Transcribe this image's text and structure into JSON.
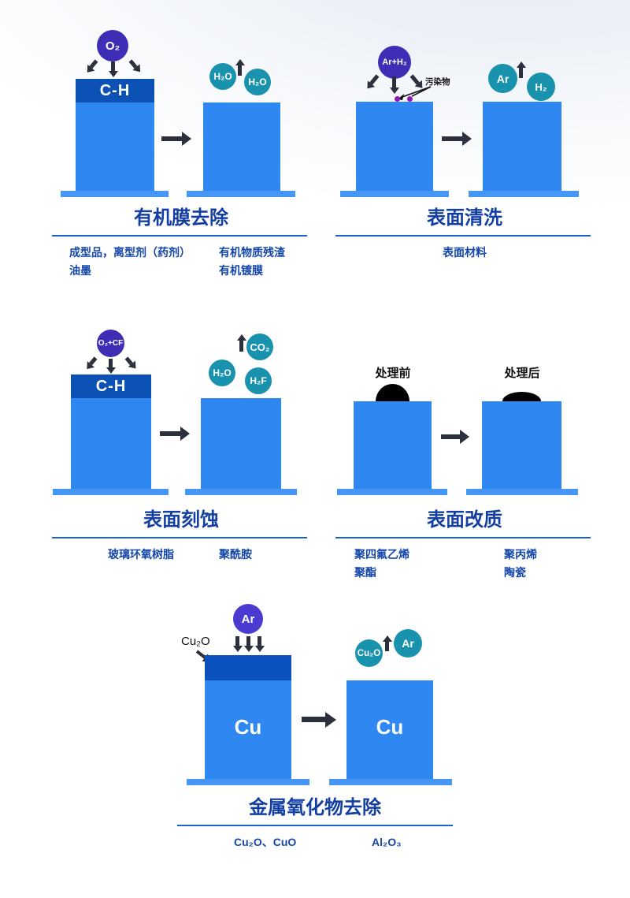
{
  "colors": {
    "plasma_purple": "#3d2eb5",
    "plasma_purple_bright": "#4b3bd0",
    "gas_teal": "#1992ad",
    "block_blue": "#2f88f2",
    "base_blue": "#4596f5",
    "surface_layer_blue": "#0c51b4",
    "title_blue": "#143fa2",
    "text_blue": "#1446aa",
    "divider_blue": "#1a63cc",
    "arrow_dark": "#2b303c",
    "contaminant_dot_purple": "#8e1bb5",
    "droplet_black": "#000000"
  },
  "panels": {
    "organic_film_removal": {
      "title": "有机膜去除",
      "plasma": "O₂",
      "surface_layer": "C-H",
      "bubble1": "H₂O",
      "bubble2": "H₂O",
      "materials_left": [
        "成型品，离型剂（药剂）",
        "油墨"
      ],
      "materials_right": [
        "有机物质残渣",
        "有机镀膜"
      ]
    },
    "surface_cleaning": {
      "title": "表面清洗",
      "plasma": "Ar+H₂",
      "contaminant": "污染物",
      "bubble1": "Ar",
      "bubble2": "H₂",
      "materials_center": "表面材料"
    },
    "surface_etching": {
      "title": "表面刻蚀",
      "plasma": "O₂+CF",
      "surface_layer": "C-H",
      "bubble1": "CO₂",
      "bubble2": "H₂O",
      "bubble3": "H₂F",
      "materials_left": [
        "玻璃环氧树脂"
      ],
      "materials_right": [
        "聚酰胺"
      ]
    },
    "surface_modification": {
      "title": "表面改质",
      "before": "处理前",
      "after": "处理后",
      "materials_left": [
        "聚四氟乙烯",
        "聚酯"
      ],
      "materials_right": [
        "聚丙烯",
        "陶瓷"
      ]
    },
    "metal_oxide_removal": {
      "title": "金属氧化物去除",
      "plasma": "Ar",
      "oxide_annotation": "Cu₂O",
      "metal": "Cu",
      "bubble1": "Cu₂O",
      "bubble2": "Ar",
      "materials_left": [
        "Cu₂O、CuO"
      ],
      "materials_right": [
        "Al₂O₃"
      ]
    }
  }
}
